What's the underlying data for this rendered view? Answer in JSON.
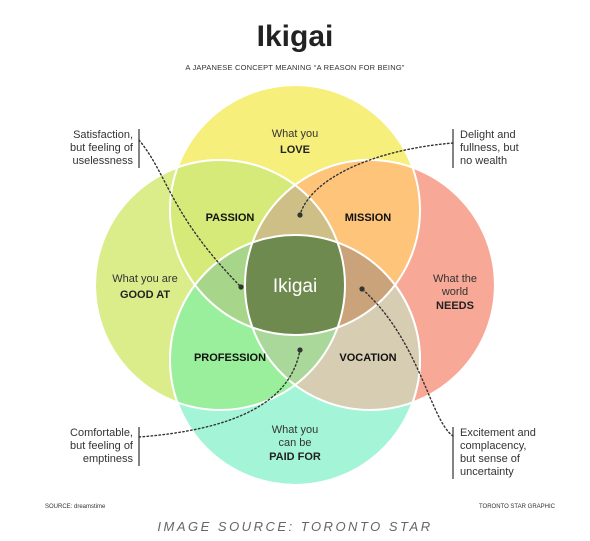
{
  "header": {
    "title": "Ikigai",
    "subtitle": "A JAPANESE CONCEPT MEANING “A REASON FOR BEING”"
  },
  "circles": {
    "love": {
      "line1": "What you",
      "line2": "LOVE",
      "color": "#f7ef7c"
    },
    "good_at": {
      "line1": "What you are",
      "line2": "GOOD AT",
      "color": "#dbed8a"
    },
    "needs": {
      "line1": "What the",
      "line2": "world",
      "line3": "NEEDS",
      "color": "#f7a896"
    },
    "paid_for": {
      "line1": "What you",
      "line2": "can be",
      "line3": "PAID FOR",
      "color": "#a4f5d8"
    }
  },
  "zones": {
    "passion": "PASSION",
    "mission": "MISSION",
    "profession": "PROFESSION",
    "vocation": "VOCATION",
    "center": "Ikigai"
  },
  "zone_colors": {
    "passion": "#d6ea7a",
    "mission": "#fdc47a",
    "profession": "#9aef9c",
    "vocation": "#d7cdb2",
    "top_lens": "#cdbf86",
    "left_lens": "#a7d68a",
    "right_lens": "#caa37a",
    "bottom_lens": "#a9d89a",
    "center": "#6f8a4e"
  },
  "annotations": {
    "top_left": [
      "Satisfaction,",
      "but feeling of",
      "uselessness"
    ],
    "top_right": [
      "Delight and",
      "fullness, but",
      "no wealth"
    ],
    "bottom_left": [
      "Comfortable,",
      "but feeling of",
      "emptiness"
    ],
    "bottom_right": [
      "Excitement and",
      "complacency,",
      "but sense of",
      "uncertainty"
    ]
  },
  "footer": {
    "source": "SOURCE: dreamstime",
    "credit": "TORONTO STAR GRAPHIC",
    "caption": "IMAGE SOURCE: TORONTO STAR"
  }
}
